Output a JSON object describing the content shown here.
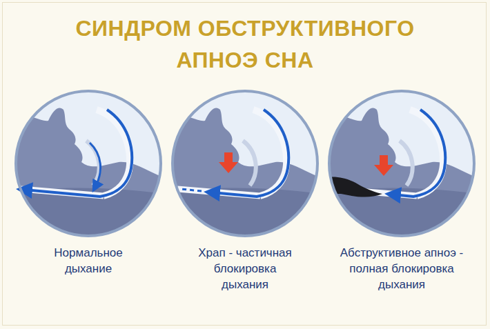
{
  "diagram": {
    "title": "СИНДРОМ ОБСТРУКТИВНОГО АПНОЭ СНА",
    "nodes": [
      {
        "text": [
          "Нормальное дыхание"
        ]
      },
      {
        "text": [
          "Храп - частичная блокировка дыхания"
        ]
      },
      {
        "text": [
          "Абструктивное апноэ - полная блокировка дыхания"
        ]
      }
    ]
  }
}
